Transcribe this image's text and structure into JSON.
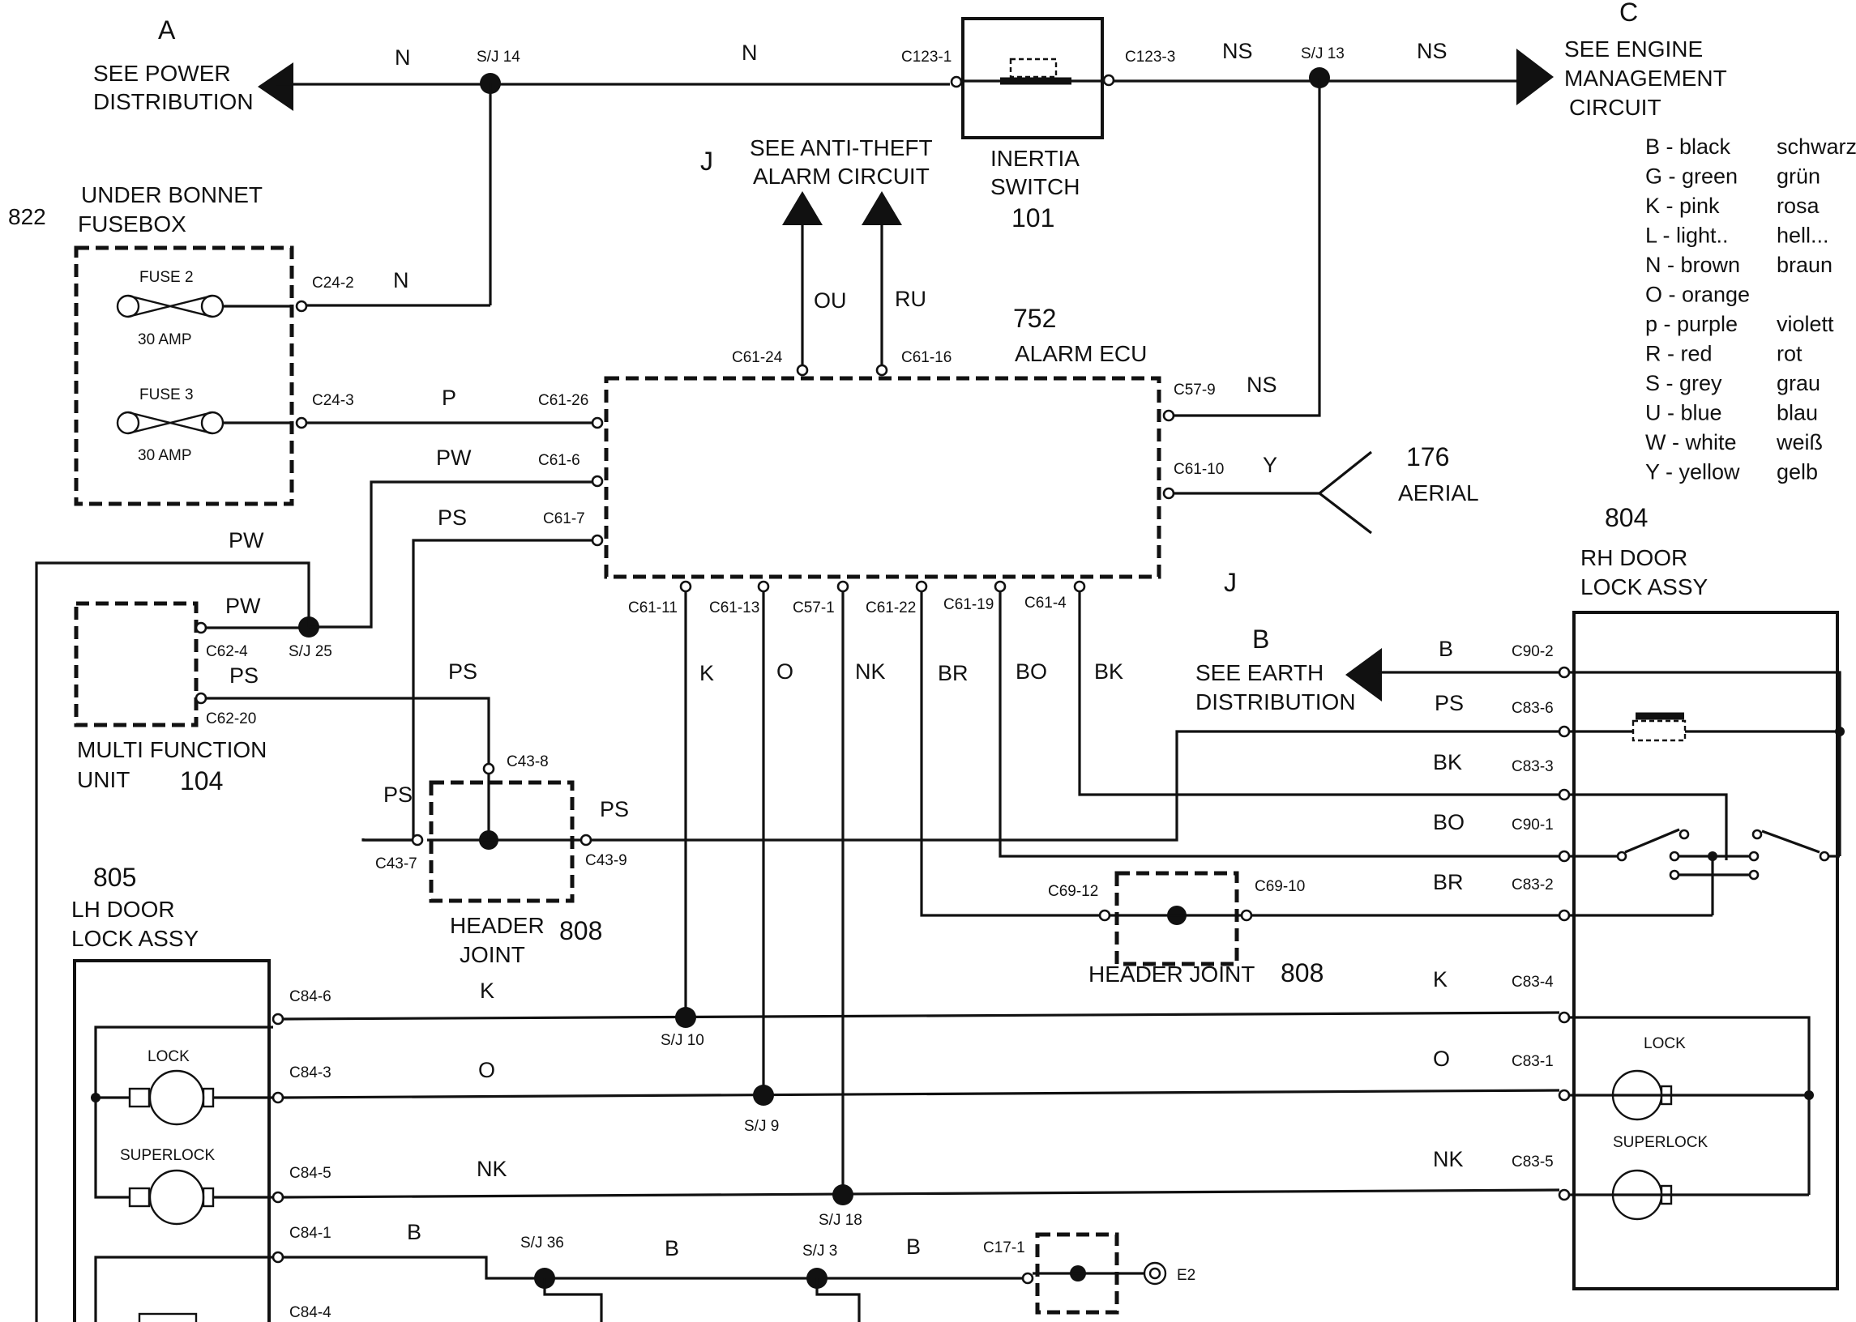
{
  "refs": {
    "A": {
      "letter": "A",
      "line1": "SEE POWER",
      "line2": "DISTRIBUTION"
    },
    "C": {
      "letter": "C",
      "line1": "SEE ENGINE",
      "line2": "MANAGEMENT",
      "line3": "CIRCUIT"
    },
    "J1": {
      "letter": "J",
      "line1": "SEE ANTI-THEFT",
      "line2": "ALARM CIRCUIT"
    },
    "J2": {
      "letter": "J"
    },
    "B": {
      "letter": "B",
      "line1": "SEE EARTH",
      "line2": "DISTRIBUTION"
    }
  },
  "components": {
    "fusebox": {
      "number": "822",
      "line1": "UNDER BONNET",
      "line2": "FUSEBOX",
      "fuse2": "FUSE 2",
      "fuse2_rating": "30 AMP",
      "fuse3": "FUSE 3",
      "fuse3_rating": "30 AMP"
    },
    "inertia": {
      "line1": "INERTIA",
      "line2": "SWITCH",
      "number": "101"
    },
    "ecu": {
      "number": "752",
      "name": "ALARM ECU"
    },
    "aerial": {
      "number": "176",
      "name": "AERIAL"
    },
    "mfu": {
      "line1": "MULTI FUNCTION",
      "line2": "UNIT",
      "number": "104"
    },
    "header1": {
      "line1": "HEADER",
      "line2": "JOINT",
      "number": "808"
    },
    "header2": {
      "name": "HEADER JOINT",
      "number": "808"
    },
    "lhdoor": {
      "number": "805",
      "line1": "LH DOOR",
      "line2": "LOCK ASSY",
      "lock": "LOCK",
      "superlock": "SUPERLOCK"
    },
    "rhdoor": {
      "number": "804",
      "line1": "RH DOOR",
      "line2": "LOCK ASSY",
      "lock": "LOCK",
      "superlock": "SUPERLOCK"
    },
    "earth": {
      "label": "E2"
    }
  },
  "pins": {
    "sj14": "S/J 14",
    "c123_1": "C123-1",
    "c123_3": "C123-3",
    "sj13": "S/J 13",
    "c24_2": "C24-2",
    "c24_3": "C24-3",
    "c61_26": "C61-26",
    "c61_6": "C61-6",
    "c61_7": "C61-7",
    "c61_24": "C61-24",
    "c61_16": "C61-16",
    "c57_9": "C57-9",
    "c61_10": "C61-10",
    "c61_11": "C61-11",
    "c61_13": "C61-13",
    "c57_1": "C57-1",
    "c61_22": "C61-22",
    "c61_19": "C61-19",
    "c61_4": "C61-4",
    "c62_4": "C62-4",
    "c62_20": "C62-20",
    "sj25": "S/J 25",
    "c43_8": "C43-8",
    "c43_7": "C43-7",
    "c43_9": "C43-9",
    "c90_2": "C90-2",
    "c83_6": "C83-6",
    "c83_3": "C83-3",
    "c90_1": "C90-1",
    "c83_2": "C83-2",
    "c69_12": "C69-12",
    "c69_10": "C69-10",
    "c84_6": "C84-6",
    "c84_3": "C84-3",
    "c84_5": "C84-5",
    "c84_1": "C84-1",
    "c84_4": "C84-4",
    "c83_4": "C83-4",
    "c83_1": "C83-1",
    "c83_5": "C83-5",
    "sj10": "S/J 10",
    "sj9": "S/J 9",
    "sj18": "S/J 18",
    "sj36": "S/J 36",
    "sj3": "S/J 3",
    "c17_1": "C17-1"
  },
  "wires": {
    "n": "N",
    "ns": "NS",
    "p": "P",
    "pw": "PW",
    "ps": "PS",
    "ou": "OU",
    "ru": "RU",
    "y": "Y",
    "k": "K",
    "o": "O",
    "nk": "NK",
    "br": "BR",
    "bo": "BO",
    "bk": "BK",
    "b": "B"
  },
  "legend": [
    {
      "code": "B - black",
      "de": "schwarz"
    },
    {
      "code": "G - green",
      "de": "grün"
    },
    {
      "code": "K - pink",
      "de": "rosa"
    },
    {
      "code": "L -  light..",
      "de": "hell..."
    },
    {
      "code": "N - brown",
      "de": "braun"
    },
    {
      "code": "O - orange",
      "de": ""
    },
    {
      "code": "p -  purple",
      "de": "violett"
    },
    {
      "code": "R - red",
      "de": "rot"
    },
    {
      "code": "S - grey",
      "de": "grau"
    },
    {
      "code": "U -  blue",
      "de": "blau"
    },
    {
      "code": "W - white",
      "de": "weiß"
    },
    {
      "code": "Y - yellow",
      "de": "gelb"
    }
  ]
}
